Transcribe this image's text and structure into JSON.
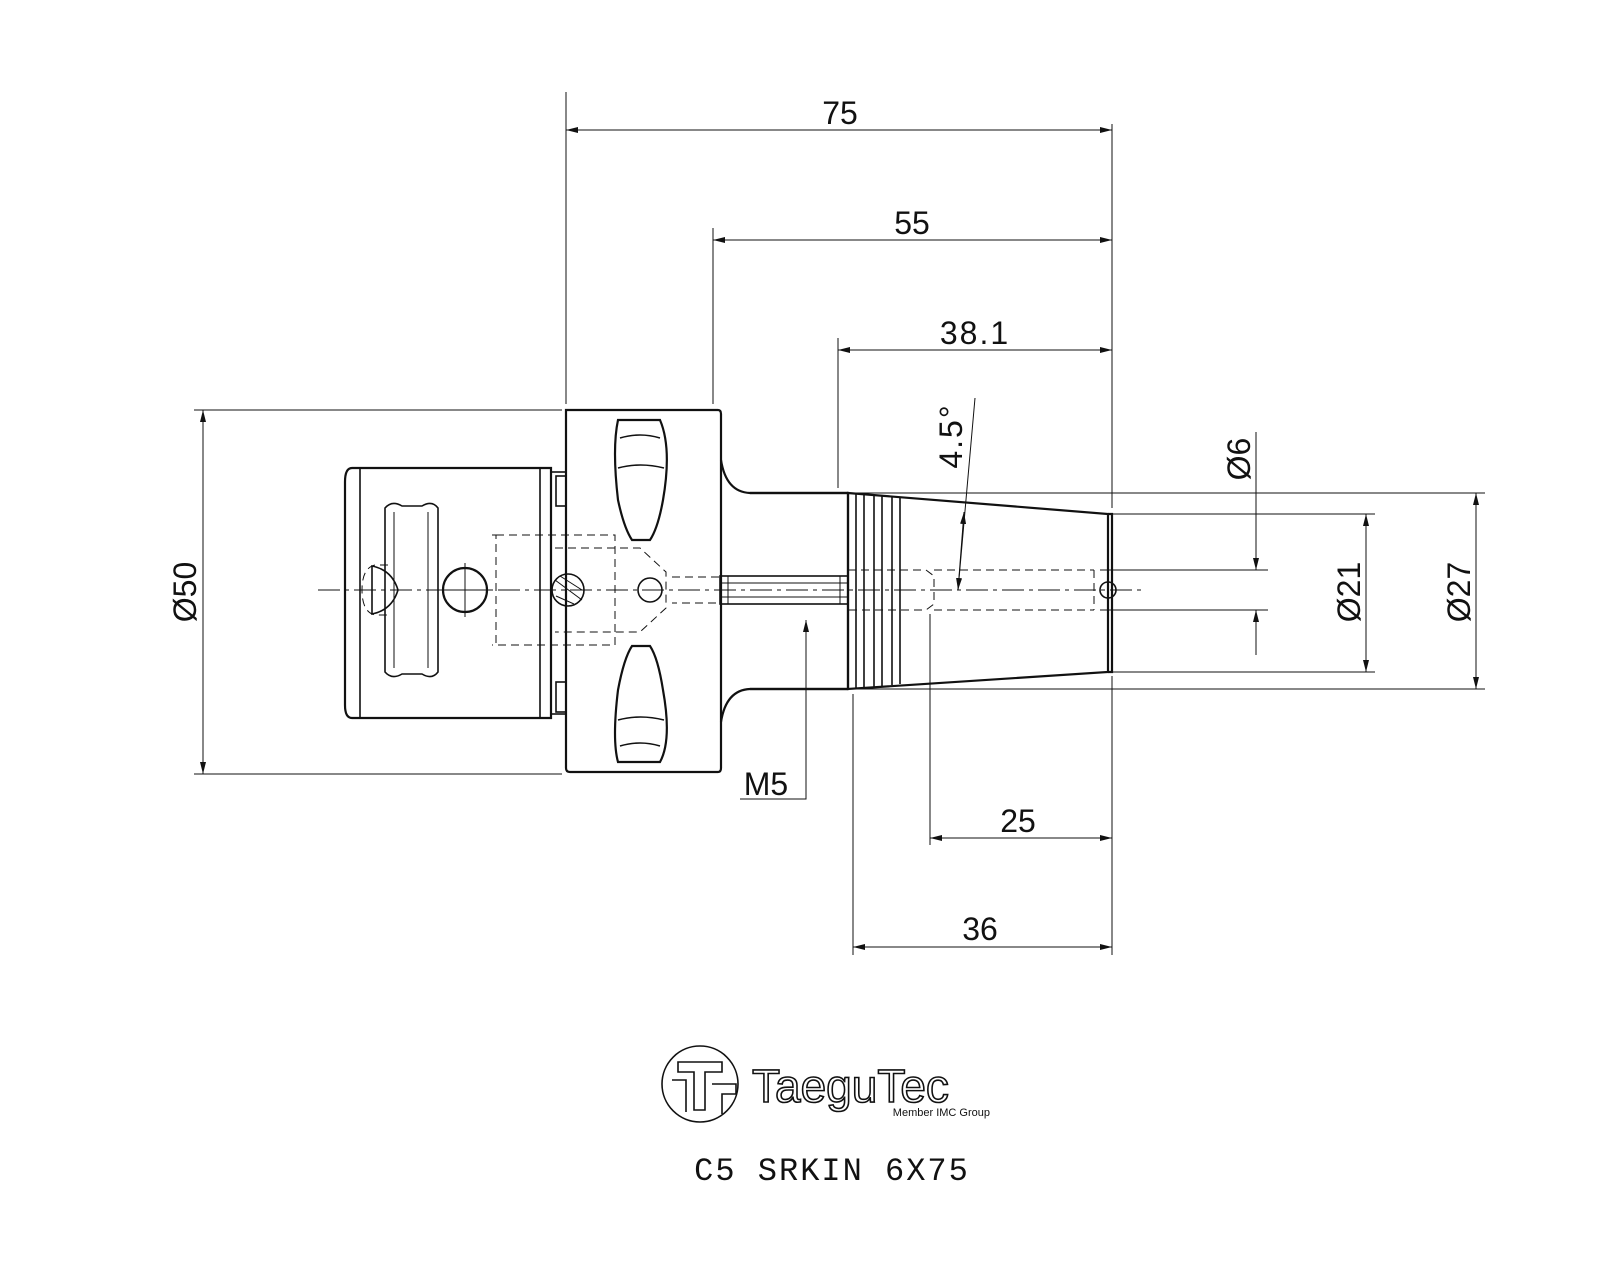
{
  "dimensions": {
    "overall_length": "75",
    "shank_length": "55",
    "taper_length": "38.1",
    "taper_angle": "4.5°",
    "bore_diameter": "Ø6",
    "nose_diameter": "Ø21",
    "taper_diameter": "Ø27",
    "flange_diameter": "Ø50",
    "thread": "M5",
    "bore_depth": "25",
    "clamp_length": "36"
  },
  "logo": {
    "brand": "TaeguTec",
    "tagline": "Member IMC Group"
  },
  "part_code": "C5 SRKIN 6X75"
}
